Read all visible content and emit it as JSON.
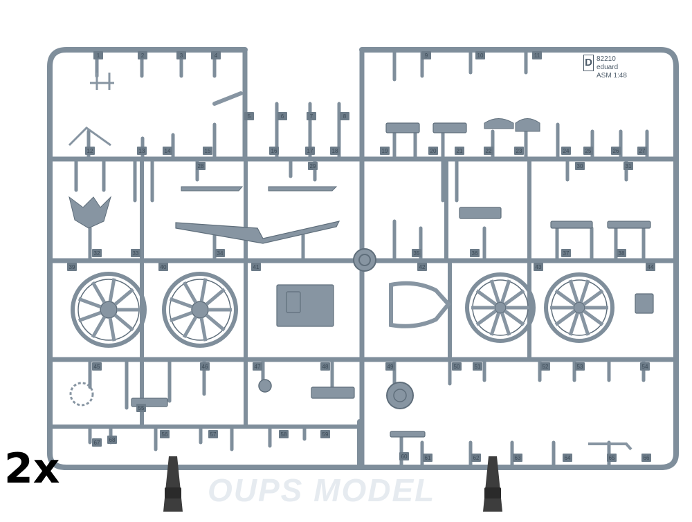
{
  "quantity_label": "2x",
  "sprue": {
    "letter": "D",
    "code": "82210",
    "brand": "eduard",
    "scale_text": "ASM  1:48"
  },
  "watermark": "OUPS MODEL",
  "part_numbers": [
    "1",
    "2",
    "3",
    "4",
    "5",
    "6",
    "7",
    "8",
    "9",
    "10",
    "11",
    "12",
    "13",
    "14",
    "15",
    "16",
    "17",
    "18",
    "19",
    "20",
    "21",
    "22",
    "23",
    "24",
    "25",
    "26",
    "27",
    "28",
    "29",
    "30",
    "31",
    "32",
    "33",
    "34",
    "35",
    "36",
    "37",
    "38",
    "39",
    "40",
    "41",
    "42",
    "43",
    "44",
    "45",
    "46",
    "47",
    "48",
    "49",
    "50",
    "51",
    "52",
    "53",
    "54",
    "55",
    "56",
    "57",
    "58",
    "59",
    "60",
    "61",
    "62",
    "63",
    "64",
    "65",
    "66",
    "67",
    "68"
  ],
  "colors": {
    "sprue": "#7f8e9b",
    "sprue_edge": "#5f6e7b",
    "part": "#8795a2",
    "tag": "#6d7c89",
    "background": "#ffffff"
  }
}
